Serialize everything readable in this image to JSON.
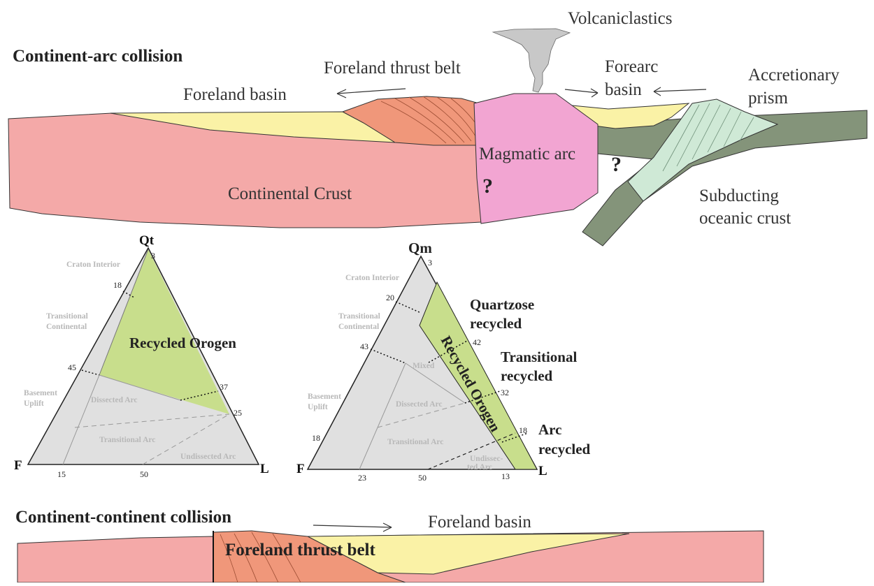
{
  "colors": {
    "continental_crust": "#f4a9a8",
    "foreland_basin": "#faf2a6",
    "thrust_belt": "#f0977a",
    "magmatic_arc": "#f2a5d2",
    "oceanic_crust": "#84947a",
    "accretionary_prism": "#cfe9d6",
    "recycled_orogen": "#c8de8c",
    "triangle_fill": "#e0e0e0"
  },
  "arc_section": {
    "title": "Continent-arc collision",
    "volcaniclastics": "Volcaniclastics",
    "foreland_thrust_belt": "Foreland thrust belt",
    "foreland_basin": "Foreland basin",
    "forearc_basin": [
      "Forearc",
      "basin"
    ],
    "accretionary_prism": [
      "Accretionary",
      "prism"
    ],
    "magmatic_arc": "Magmatic arc",
    "continental_crust": "Continental Crust",
    "subducting_crust": [
      "Subducting",
      "oceanic crust"
    ],
    "question_mark": "?"
  },
  "qtfl": {
    "apex_top": "Qt",
    "apex_left": "F",
    "apex_right": "L",
    "field_label": "Recycled Orogen",
    "ticks": {
      "t3": "3",
      "t18": "18",
      "t45": "45",
      "t37": "37",
      "t25": "25",
      "t15": "15",
      "t50": "50"
    },
    "fields": {
      "craton": "Craton Interior",
      "transitional_continental": [
        "Transitional",
        "Continental"
      ],
      "basement": [
        "Basement",
        "Uplift"
      ],
      "dissected": "Dissected Arc",
      "transitional_arc": "Transitional Arc",
      "undissected": "Undissected Arc"
    }
  },
  "qmflt": {
    "apex_top": "Qm",
    "apex_left": "F",
    "apex_right": "L",
    "field_label": "Recycled Orogen",
    "ticks": {
      "t3": "3",
      "t20": "20",
      "t43": "43",
      "t18l": "18",
      "t42": "42",
      "t32": "32",
      "t18r": "18",
      "t23": "23",
      "t50": "50",
      "t13": "13"
    },
    "fields": {
      "craton": "Craton Interior",
      "transitional_continental": [
        "Transitional",
        "Continental"
      ],
      "mixed": "Mixed",
      "basement": [
        "Basement",
        "Uplift"
      ],
      "dissected": "Dissected Arc",
      "transitional_arc": "Transitional Arc",
      "undissected": [
        "Undissec-",
        "ted Arc"
      ]
    },
    "quartzose": [
      "Quartzose",
      "recycled"
    ],
    "transitional": [
      "Transitional",
      "recycled"
    ],
    "arc": [
      "Arc",
      "recycled"
    ]
  },
  "continent_section": {
    "title": "Continent-continent collision",
    "foreland_basin": "Foreland basin",
    "foreland_thrust_belt": "Foreland thrust belt"
  }
}
